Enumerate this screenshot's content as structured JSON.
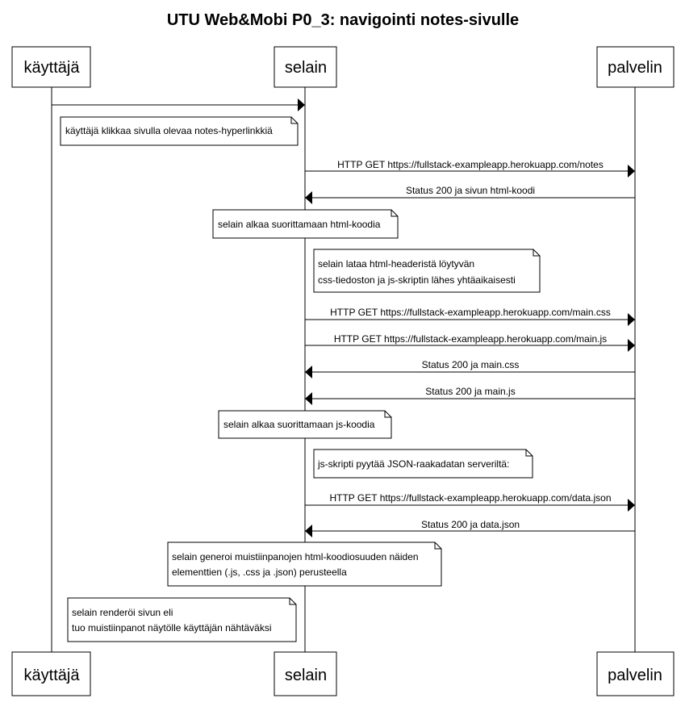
{
  "title": "UTU Web&Mobi P0_3: navigointi notes-sivulle",
  "actors": [
    {
      "id": "user",
      "label": "käyttäjä"
    },
    {
      "id": "browser",
      "label": "selain"
    },
    {
      "id": "server",
      "label": "palvelin"
    }
  ],
  "messages": [
    {
      "from": "user",
      "to": "browser",
      "label": ""
    },
    {
      "from": "browser",
      "to": "server",
      "label": "HTTP GET https://fullstack-exampleapp.herokuapp.com/notes"
    },
    {
      "from": "server",
      "to": "browser",
      "label": "Status 200 ja sivun html-koodi"
    },
    {
      "from": "browser",
      "to": "server",
      "label": "HTTP GET https://fullstack-exampleapp.herokuapp.com/main.css"
    },
    {
      "from": "browser",
      "to": "server",
      "label": "HTTP GET https://fullstack-exampleapp.herokuapp.com/main.js"
    },
    {
      "from": "server",
      "to": "browser",
      "label": "Status 200 ja main.css"
    },
    {
      "from": "server",
      "to": "browser",
      "label": "Status 200 ja main.js"
    },
    {
      "from": "browser",
      "to": "server",
      "label": "HTTP GET https://fullstack-exampleapp.herokuapp.com/data.json"
    },
    {
      "from": "server",
      "to": "browser",
      "label": "Status 200 ja data.json"
    }
  ],
  "notes": [
    {
      "lines": [
        "käyttäjä klikkaa sivulla olevaa notes-hyperlinkkiä"
      ]
    },
    {
      "lines": [
        "selain alkaa suorittamaan html-koodia"
      ]
    },
    {
      "lines": [
        "selain lataa html-headeristä löytyvän",
        "css-tiedoston ja js-skriptin lähes yhtäaikaisesti"
      ]
    },
    {
      "lines": [
        "selain alkaa suorittamaan js-koodia"
      ]
    },
    {
      "lines": [
        "js-skripti pyytää JSON-raakadatan serveriltä:"
      ]
    },
    {
      "lines": [
        "selain generoi muistiinpanojen html-koodiosuuden näiden",
        "elementtien (.js, .css ja .json) perusteella"
      ]
    },
    {
      "lines": [
        "selain renderöi sivun eli",
        "tuo muistiinpanot näytölle käyttäjän nähtäväksi"
      ]
    }
  ]
}
